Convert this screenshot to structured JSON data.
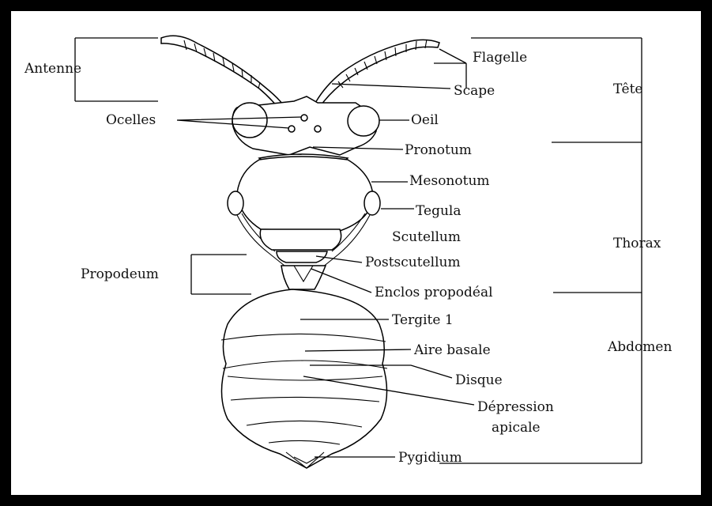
{
  "labels": {
    "antenne": "Antenne",
    "flagelle": "Flagelle",
    "scape": "Scape",
    "tete": "Tête",
    "ocelles": "Ocelles",
    "oeil": "Oeil",
    "pronotum": "Pronotum",
    "mesonotum": "Mesonotum",
    "tegula": "Tegula",
    "scutellum": "Scutellum",
    "thorax": "Thorax",
    "postscutellum": "Postscutellum",
    "propodeum": "Propodeum",
    "enclos": "Enclos propodéal",
    "tergite": "Tergite 1",
    "abdomen": "Abdomen",
    "aire_basale": "Aire basale",
    "disque": "Disque",
    "depression_1": "Dépression",
    "depression_2": "apicale",
    "pygidium": "Pygidium"
  }
}
